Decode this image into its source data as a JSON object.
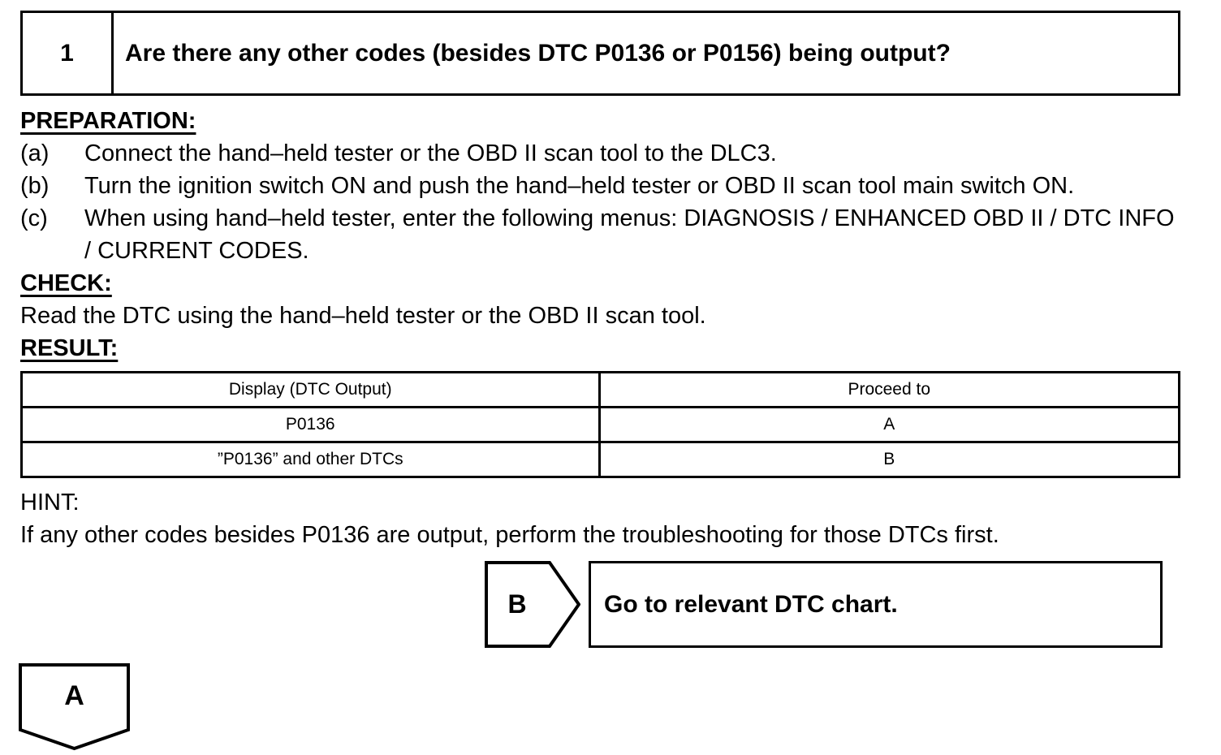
{
  "question_box": {
    "step_number": "1",
    "question": "Are there any other codes (besides DTC P0136 or P0156) being output?"
  },
  "preparation": {
    "heading": "PREPARATION:",
    "steps": [
      {
        "label": "(a)",
        "text": "Connect the hand–held tester or the OBD II scan tool to the DLC3."
      },
      {
        "label": "(b)",
        "text": "Turn the ignition switch ON and push the hand–held tester or OBD II scan tool main switch ON."
      },
      {
        "label": "(c)",
        "text": "When using hand–held tester, enter the following menus: DIAGNOSIS / ENHANCED OBD II / DTC INFO / CURRENT CODES."
      }
    ]
  },
  "check": {
    "heading": "CHECK:",
    "text": "Read the DTC using the hand–held tester or the OBD II scan tool."
  },
  "result": {
    "heading": "RESULT:",
    "table": {
      "headers": [
        "Display (DTC Output)",
        "Proceed to"
      ],
      "rows": [
        {
          "display": "P0136",
          "proceed": "A"
        },
        {
          "display": "”P0136” and other DTCs",
          "proceed": "B"
        }
      ]
    }
  },
  "hint": {
    "heading": "HINT:",
    "text": "If any other codes besides P0136 are output, perform the troubleshooting for those DTCs first."
  },
  "branch_b": {
    "label": "B",
    "action": "Go to relevant DTC chart."
  },
  "branch_a": {
    "label": "A"
  },
  "colors": {
    "ink": "#000000",
    "paper": "#ffffff"
  }
}
